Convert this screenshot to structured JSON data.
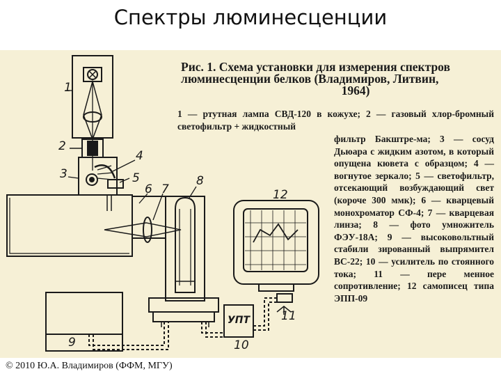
{
  "slide": {
    "title": "Спектры люминесценции",
    "footer": "© 2010 Ю.А. Владимиров (ФФМ, МГУ)"
  },
  "figure": {
    "caption_line1": "Рис. 1. Схема установки для измерения спектров",
    "caption_line2": "люминесценции белков (Владимиров, Литвин,",
    "caption_line3": "1964)",
    "legend_head": "1 — ртутная лампа СВД-120 в кожухе; 2 — газовый хлор-бромный светофильтр + жидкостный",
    "legend_body": "фильтр Бакштре-ма; 3 — сосуд Дьюара с жидким азотом, в который опущена кювета с образцом; 4 — вогнутое зеркало; 5 — светофильтр, отсекающий возбуждающий свет (короче 300 ммк); 6 — кварцевый монохроматор СФ-4; 7 — кварцевая линза; 8 — фото умножитель ФЭУ-18А; 9 — высоковольтный стабили зированный выпрямител ВС-22; 10 — усилитель по стоянного тока; 11 — пере менное сопротивление; 12 самописец типа ЭПП-09",
    "labels": {
      "n1": "1",
      "n2": "2",
      "n3": "3",
      "n4": "4",
      "n5": "5",
      "n6": "6",
      "n7": "7",
      "n8": "8",
      "n9": "9",
      "n10": "10",
      "n11": "11",
      "n12": "12",
      "upt": "УПТ"
    }
  },
  "colors": {
    "scan_background": "#f6f0d6",
    "ink": "#1a1a1a"
  }
}
